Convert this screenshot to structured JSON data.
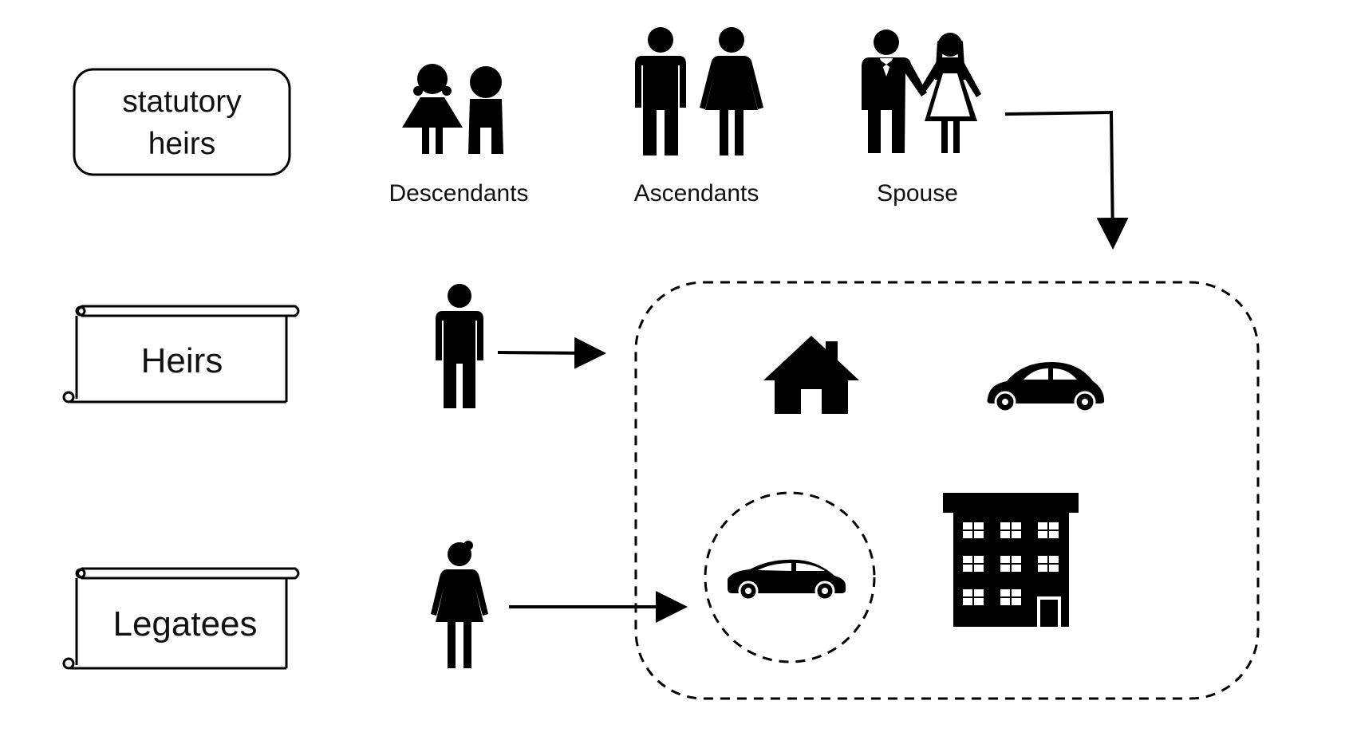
{
  "labels": {
    "statutory_line1": "statutory",
    "statutory_line2": "heirs",
    "heirs": "Heirs",
    "legatees": "Legatees"
  },
  "groups": {
    "descendants": "Descendants",
    "ascendants": "Ascendants",
    "spouse": "Spouse"
  },
  "icons": {
    "girl": "girl-icon",
    "boy": "boy-icon",
    "man": "man-icon",
    "woman": "woman-icon",
    "groom": "groom-icon",
    "bride": "bride-icon",
    "heir": "heir-person-icon",
    "legatee": "legatee-person-icon",
    "house": "house-icon",
    "beetle_car": "beetle-car-icon",
    "sedan_car": "sedan-car-icon",
    "building": "apartment-building-icon"
  },
  "colors": {
    "ink": "#000000",
    "background": "#ffffff"
  }
}
